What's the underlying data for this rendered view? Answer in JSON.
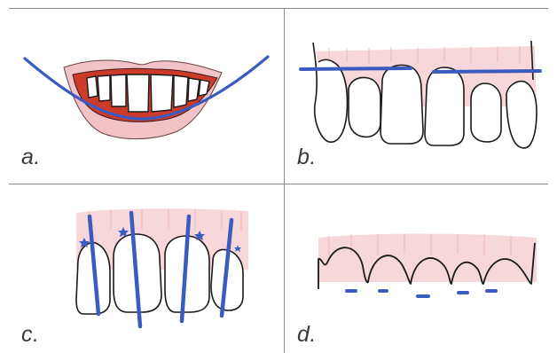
{
  "figure": {
    "panels": [
      {
        "id": "a",
        "label": "a.",
        "subject": "smile-line-over-lips"
      },
      {
        "id": "b",
        "label": "b.",
        "subject": "horizontal-gingival-level-lines"
      },
      {
        "id": "c",
        "label": "c.",
        "subject": "vertical-tooth-axis-lines"
      },
      {
        "id": "d",
        "label": "d.",
        "subject": "gingival-zenith-marks"
      }
    ]
  },
  "colors": {
    "guide_line": "#3a5bbf",
    "outline": "#1a1a1a",
    "gingiva": "#f4c9cc",
    "lip": "#f2c3c6",
    "lip_shadow": "#e98b8b",
    "mouth_dark": "#cc3b2a",
    "grid": "#8a8a8a"
  }
}
